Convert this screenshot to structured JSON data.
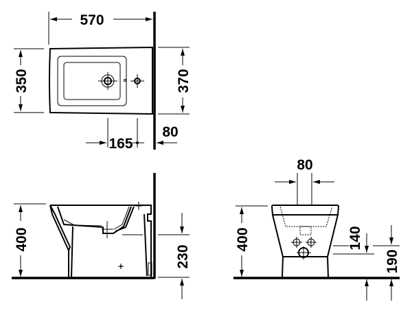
{
  "drawing": {
    "title": "Bidet dimension drawing",
    "line_color": "#000000",
    "background": "#ffffff",
    "top_view": {
      "width_label": "570",
      "depth_left_label": "350",
      "depth_right_label": "370",
      "hole_offset_label": "165",
      "wall_gap_label": "80"
    },
    "side_view": {
      "height_label": "400",
      "drain_height_label": "230"
    },
    "front_view": {
      "tap_spacing_label": "80",
      "height_label": "400",
      "inlet_height_label": "140",
      "drain_height_label": "190"
    }
  }
}
